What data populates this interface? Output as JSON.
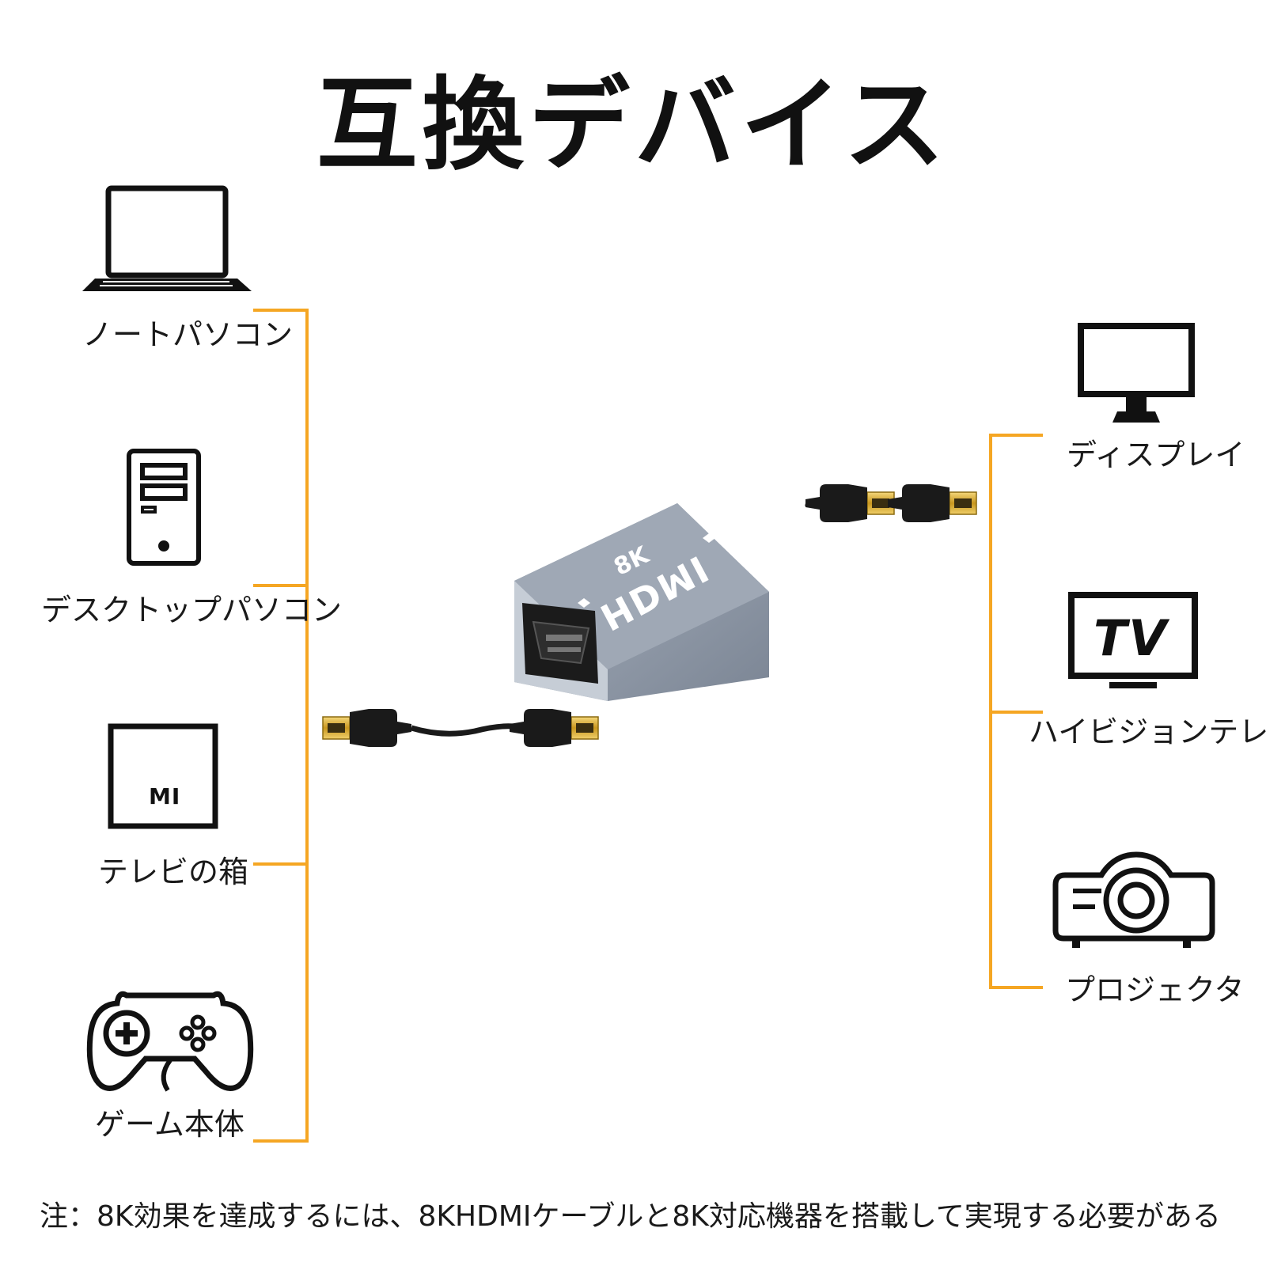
{
  "title": "互換デバイス",
  "left_devices": [
    {
      "label": "ノートパソコン",
      "icon": "laptop-icon"
    },
    {
      "label": "デスクトップパソコン",
      "icon": "desktop-tower-icon"
    },
    {
      "label": "テレビの箱",
      "icon": "tv-box-icon",
      "icon_text": "MI"
    },
    {
      "label": "ゲーム本体",
      "icon": "gamepad-icon"
    }
  ],
  "right_devices": [
    {
      "label": "ディスプレイ",
      "icon": "monitor-icon"
    },
    {
      "label": "ハイビジョンテレビ",
      "icon": "tv-icon",
      "icon_text": "TV"
    },
    {
      "label": "プロジェクタ",
      "icon": "projector-icon"
    }
  ],
  "adapter": {
    "top_text": "8K",
    "brand_text": "HDMI"
  },
  "note": "注：8K効果を達成するには、8KHDMIケーブルと8K対応機器を搭載して実現する必要がある",
  "colors": {
    "connector_line": "#f5a623",
    "adapter_body": "#8e98a6",
    "gold": "#d9b24a",
    "icon": "#111111"
  }
}
